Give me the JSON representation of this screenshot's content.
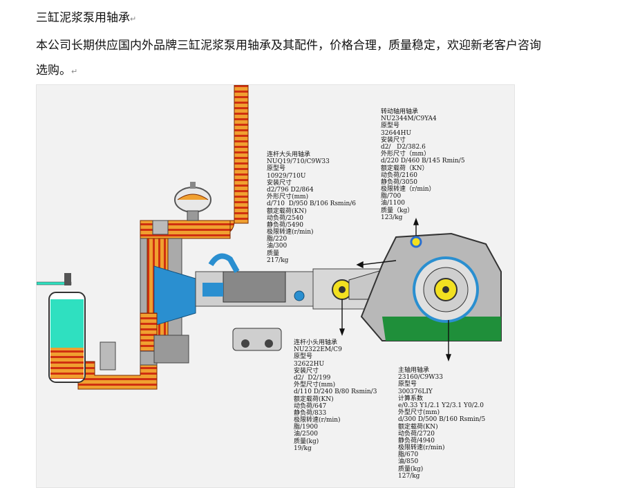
{
  "title": "三缸泥浆泵用轴承",
  "return_mark": "↵",
  "paragraph": "本公司长期供应国内外品牌三缸泥浆泵用轴承及其配件，价格合理，质量稳定，欢迎新老客户咨询选购。",
  "specs": {
    "drive_shaft": [
      "转动轴用轴承",
      "NU2344M/C9YA4",
      "原型号",
      "32644HU",
      "安装尺寸",
      "d2/   D2/382.6",
      "外形尺寸（mm）",
      "d/220 D/460 B/145 Rmin/5",
      "额定载荷（KN）",
      "动负荷/2160",
      "静负荷/3050",
      "极限转速（r/min）",
      "脂/700",
      "油/1100",
      "质量（kg）",
      "123/kg"
    ],
    "big_end": [
      "连杆大头用轴承",
      "NUQ19/710/C9W33",
      "原型号",
      "10929/710U",
      "安装尺寸",
      "d2/796 D2/864",
      "外形尺寸(mm)",
      "d/710  D/950 B/106 Rsmin/6",
      "额定载荷(KN)",
      "动负荷/2540",
      "静负荷/5490",
      "极限转速(r/min)",
      "脂/220",
      "油/300",
      "质量",
      "217/kg"
    ],
    "small_end": [
      "连杆小头用轴承",
      "NU2322EM/C9",
      "原型号",
      "32622HU",
      "安装尺寸",
      "d2/  D2/199",
      "外型尺寸(mm)",
      "d/110 D/240 B/80 Rsmin/3",
      "额定载荷(KN)",
      "动负荷/647",
      "静负荷/833",
      "极限转速(r/min)",
      "脂/1900",
      "油/2500",
      "质量(kg)",
      "19/kg"
    ],
    "main_shaft": [
      "主轴用轴承",
      "23160/C9W33",
      "原型号",
      "300376LIY",
      "计算系数",
      "e/0.33 Y1/2.1 Y2/3.1 Y0/2.0",
      "外型尺寸(mm)",
      "d/300 D/500 B/160 Rsmin/5",
      "额定载荷(KN)",
      "动负荷/2720",
      "静负荷/4940",
      "极限转速(r/min)",
      "脂/670",
      "油/850",
      "质量(kg)",
      "127/kg"
    ]
  },
  "colors": {
    "fluid_stripe_orange": "#f0a030",
    "fluid_stripe_red": "#d03010",
    "tank_liquid": "#2fe0c0",
    "oil_green": "#1f8f3a",
    "housing_gray": "#b8b8b8",
    "pump_blue": "#2a8fd0",
    "bearing_yellow": "#f2e020"
  }
}
